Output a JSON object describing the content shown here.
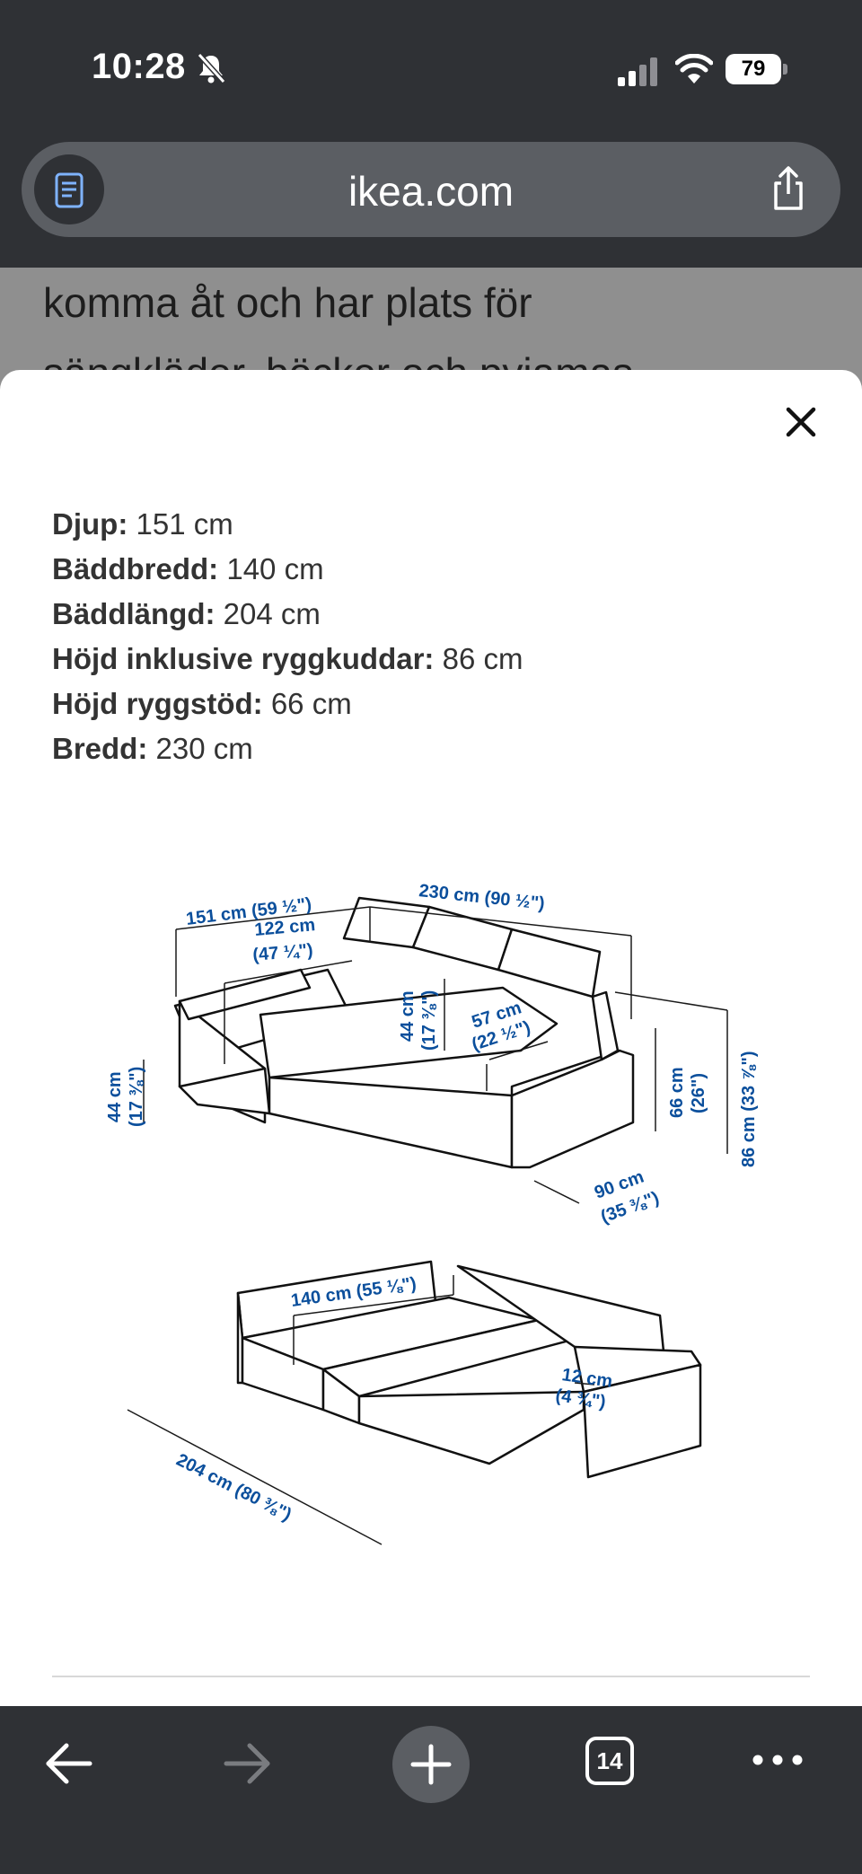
{
  "status": {
    "time": "10:28",
    "battery": "79"
  },
  "browser": {
    "domain": "ikea.com"
  },
  "background_page": {
    "line1": "komma åt och har plats för",
    "line2": "sängkläder, böcker och pyjamas"
  },
  "specs": [
    {
      "label": "Djup:",
      "value": "151 cm"
    },
    {
      "label": "Bäddbredd:",
      "value": "140 cm"
    },
    {
      "label": "Bäddlängd:",
      "value": "204 cm"
    },
    {
      "label": "Höjd inklusive ryggkuddar:",
      "value": "86 cm"
    },
    {
      "label": "Höjd ryggstöd:",
      "value": "66 cm"
    },
    {
      "label": "Bredd:",
      "value": "230 cm"
    }
  ],
  "diagram": {
    "depth": "151 cm (59 ½\")",
    "width": "230 cm (90 ½\")",
    "seat_depth_a": "122 cm",
    "seat_depth_b": "(47 ¼\")",
    "seat_height_a": "44 cm",
    "seat_height_b": "(17 ⅜\")",
    "cushion_a": "44 cm",
    "cushion_b": "(17 ⅜\")",
    "seat_w_a": "57 cm",
    "seat_w_b": "(22 ½\")",
    "back_a": "66 cm",
    "back_b": "(26\")",
    "total_h": "86 cm (33 ⅞\")",
    "arm_depth_a": "90 cm",
    "arm_depth_b": "(35 ⅜\")",
    "bed_width": "140 cm (55 ⅛\")",
    "gap_a": "12 cm",
    "gap_b": "(4 ¾\")",
    "bed_length": "204 cm (80 ⅜\")"
  },
  "toolbar": {
    "tab_count": "14"
  }
}
